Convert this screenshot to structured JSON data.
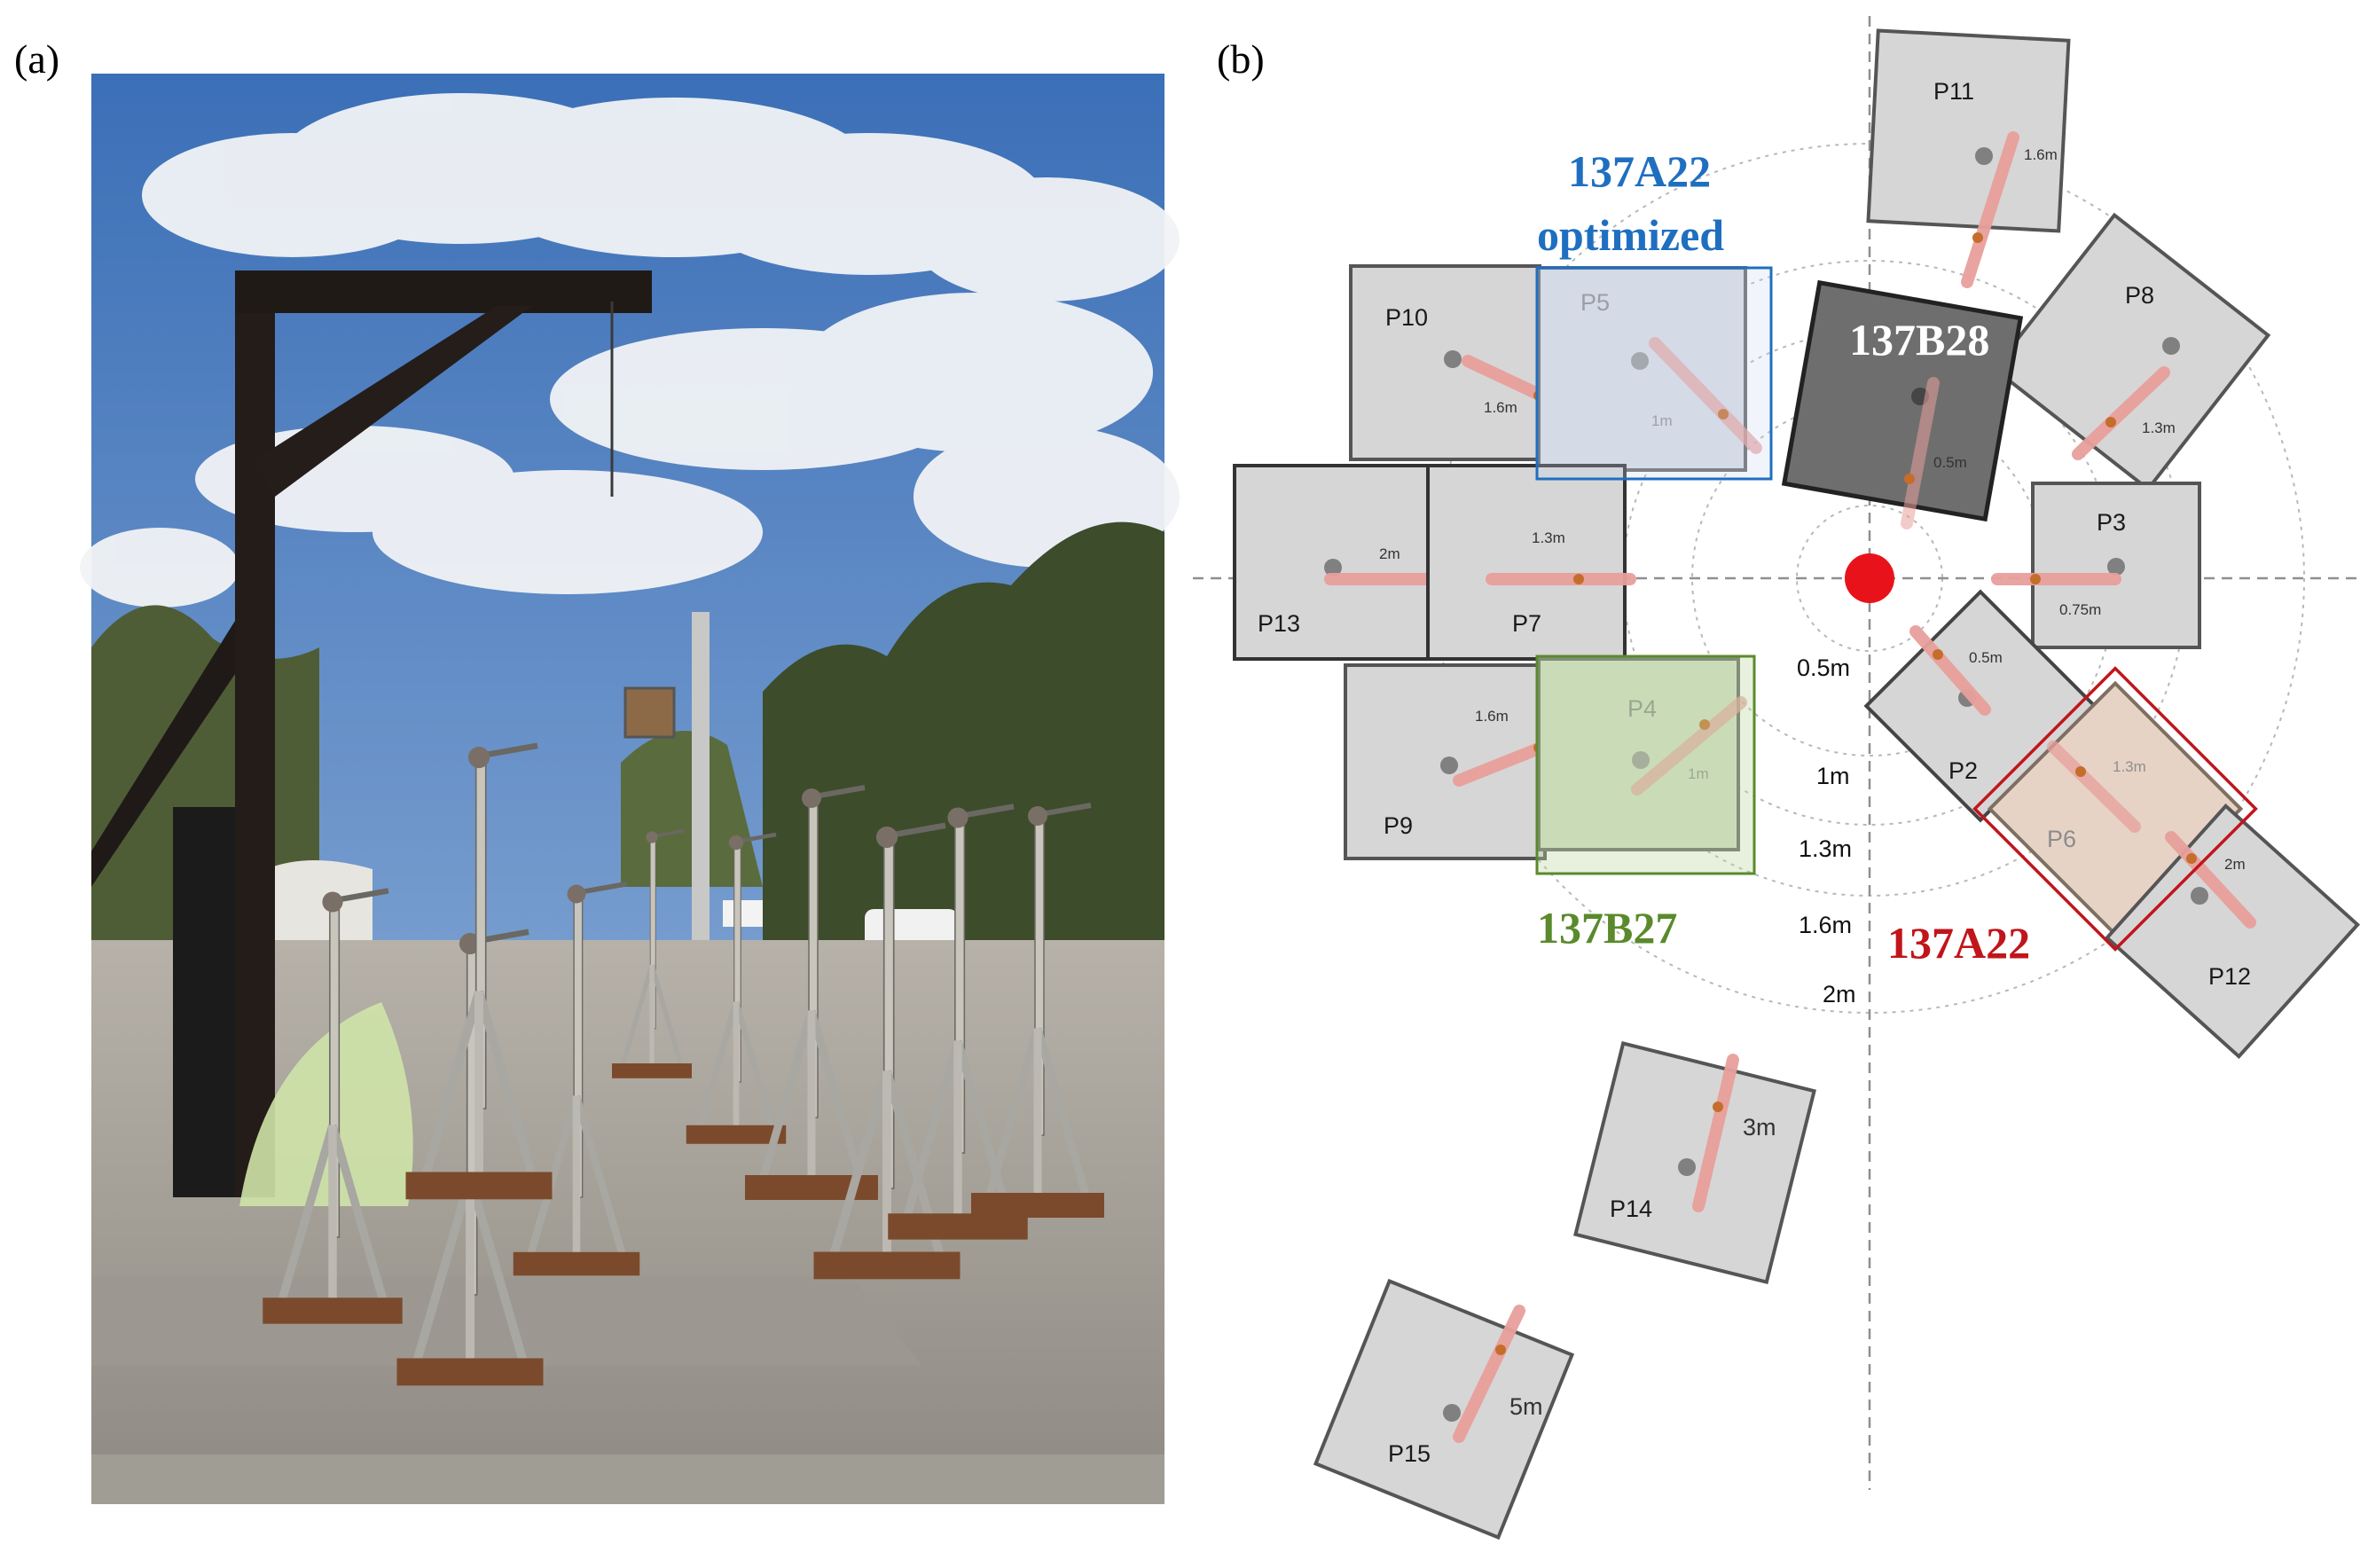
{
  "panels": {
    "a": "(a)",
    "b": "(b)"
  },
  "rings": [
    "0.5m",
    "1m",
    "1.3m",
    "1.6m",
    "2m"
  ],
  "piers": [
    {
      "id": "p11",
      "label": "P11",
      "dist": "1.6m"
    },
    {
      "id": "p10",
      "label": "P10",
      "dist": "1.6m"
    },
    {
      "id": "p5",
      "label": "P5",
      "dist": "1m"
    },
    {
      "id": "p8",
      "label": "P8",
      "dist": "1.3m"
    },
    {
      "id": "p1",
      "label": "",
      "dist": "0.5m"
    },
    {
      "id": "p13",
      "label": "P13",
      "dist": "2m"
    },
    {
      "id": "p7",
      "label": "P7",
      "dist": "1.3m"
    },
    {
      "id": "p3",
      "label": "P3",
      "dist": "0.75m"
    },
    {
      "id": "p2",
      "label": "P2",
      "dist": "0.5m"
    },
    {
      "id": "p9",
      "label": "P9",
      "dist": "1.6m"
    },
    {
      "id": "p4",
      "label": "P4",
      "dist": "1m"
    },
    {
      "id": "p6",
      "label": "P6",
      "dist": "1.3m"
    },
    {
      "id": "p12",
      "label": "P12",
      "dist": "2m"
    },
    {
      "id": "p14",
      "label": "P14",
      "dist": "3m"
    },
    {
      "id": "p15",
      "label": "P15",
      "dist": "5m"
    }
  ],
  "groups": {
    "a22_opt": {
      "line1": "137A22",
      "line2": "optimized",
      "color": "#1f6fc0"
    },
    "b28": {
      "text": "137B28",
      "color": "#ffffff"
    },
    "b27": {
      "text": "137B27",
      "color": "#5a8a2c"
    },
    "a22": {
      "text": "137A22",
      "color": "#c0161b"
    }
  },
  "colors": {
    "source": "#e8131a",
    "rod": "#e8a09c",
    "block": "#d6d6d6"
  }
}
